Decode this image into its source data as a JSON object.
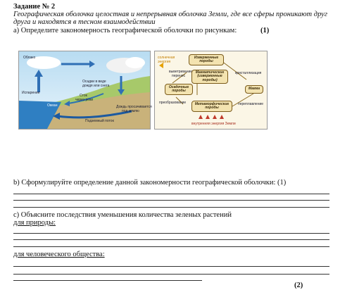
{
  "task": {
    "title": "Задание № 2",
    "intro_line1": "Географическая оболочка целостная и непрерывная оболочка Земли, где все сферы проникают друг",
    "intro_line2": "друга и находятся в тесном взаимодействии",
    "part_a": "а) Определите закономерность географической оболочки по рисункам:",
    "part_a_points": "(1)",
    "part_b": "b) Сформулируйте определение данной закономерности географической оболочки: (1)",
    "part_c": "с) Объясните последствия уменьшения количества зеленых растений",
    "for_nature": "для природы:",
    "for_society": "для человеческого общества:",
    "last_points": "(2)"
  },
  "water_cycle": {
    "cloud": "Облако",
    "evaporation": "Испарение",
    "precip_line1": "Осадки в виде",
    "precip_line2": "дождя или снега",
    "runoff_line1": "Сток",
    "runoff_line2": "через реки",
    "ocean": "Океан",
    "seepage_line1": "Дождь просачивается",
    "seepage_line2": "под землю",
    "groundwater": "Подземный поток"
  },
  "rock_cycle": {
    "solar": "солнечная энергия",
    "igneous_line1": "Изверженные",
    "igneous_line2": "породы",
    "weathering_line1": "выветривание,",
    "weathering_line2": "перенос",
    "crystallization": "кристаллизация",
    "magmatic_line1": "Магматические",
    "magmatic_line2": "(изверженные",
    "magmatic_line3": "породы)",
    "sedimentary_line1": "Осадочные",
    "sedimentary_line2": "породы",
    "magma": "Магма",
    "transformation": "преобразование",
    "melting": "переплавление",
    "metamorphic_line1": "Метаморфические",
    "metamorphic_line2": "породы",
    "internal_energy": "внутренняя энергия Земли"
  }
}
